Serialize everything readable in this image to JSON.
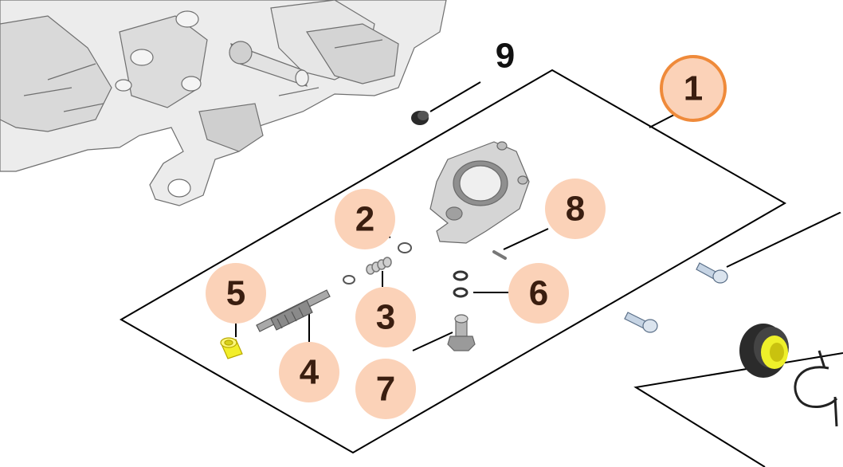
{
  "diagram": {
    "colors": {
      "callout_fill": "#fbd2b8",
      "callout_text": "#3a1e10",
      "callout_ring_selected": "#ef8a3a",
      "plain_callout_fill": "#ffffff",
      "line": "#000000",
      "part_gray": "#b8b8b8",
      "part_yellow": "#f2ee2a"
    },
    "callouts": [
      {
        "id": "1",
        "label": "1",
        "style": "selected"
      },
      {
        "id": "2",
        "label": "2",
        "style": "peach"
      },
      {
        "id": "3",
        "label": "3",
        "style": "peach"
      },
      {
        "id": "4",
        "label": "4",
        "style": "peach"
      },
      {
        "id": "5",
        "label": "5",
        "style": "peach"
      },
      {
        "id": "6",
        "label": "6",
        "style": "peach"
      },
      {
        "id": "7",
        "label": "7",
        "style": "peach"
      },
      {
        "id": "8",
        "label": "8",
        "style": "peach"
      },
      {
        "id": "9",
        "label": "9",
        "style": "plain"
      }
    ],
    "parts": [
      "crankcase",
      "oil-pump-housing",
      "o-ring",
      "compression-spring",
      "worm-shaft",
      "bushing",
      "washers",
      "valve",
      "pin",
      "plug",
      "screw",
      "bearing-seal",
      "retaining-ring"
    ]
  }
}
